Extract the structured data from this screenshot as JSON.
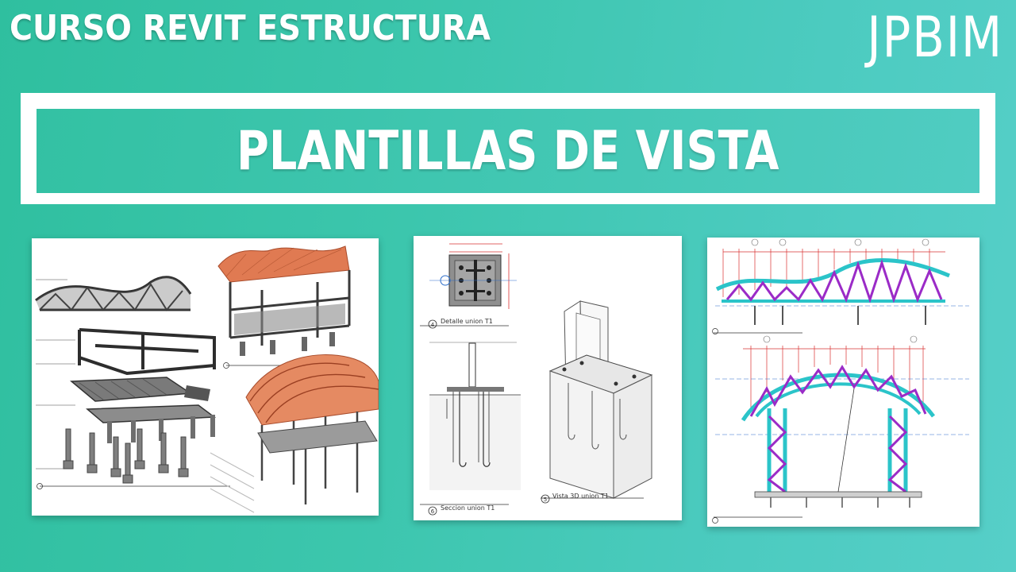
{
  "header": {
    "course_title": "CURSO REVIT ESTRUCTURA",
    "brand": "JPBIM"
  },
  "banner": {
    "title": "PLANTILLAS DE VISTA"
  },
  "panels": {
    "panel2": {
      "view4_number": "4",
      "view4_title": "Detalle union T1",
      "view6_number": "6",
      "view6_title": "Seccion union T1",
      "view5_number": "5",
      "view5_title": "Vista 3D union T1"
    }
  },
  "colors": {
    "background": "#3cc6ad",
    "roof": "#e07a52",
    "truss": "#9b2bc7",
    "chord": "#2bc4c9",
    "dimension": "#d93030"
  }
}
